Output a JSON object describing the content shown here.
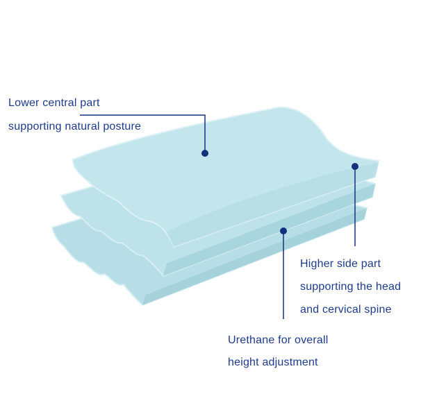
{
  "colors": {
    "foam": "#bfe3ea",
    "foam_shade": "#a9d5df",
    "foam_edge": "#d9f0f4",
    "callout": "#13307f",
    "text": "#1d3a8c"
  },
  "callouts": [
    {
      "id": "lower-central",
      "lines": [
        "Lower central part",
        "supporting natural posture"
      ]
    },
    {
      "id": "higher-side",
      "lines": [
        "Higher side part",
        "supporting the head",
        "and cervical spine"
      ]
    },
    {
      "id": "urethane",
      "lines": [
        "Urethane for overall",
        "height adjustment"
      ]
    }
  ]
}
